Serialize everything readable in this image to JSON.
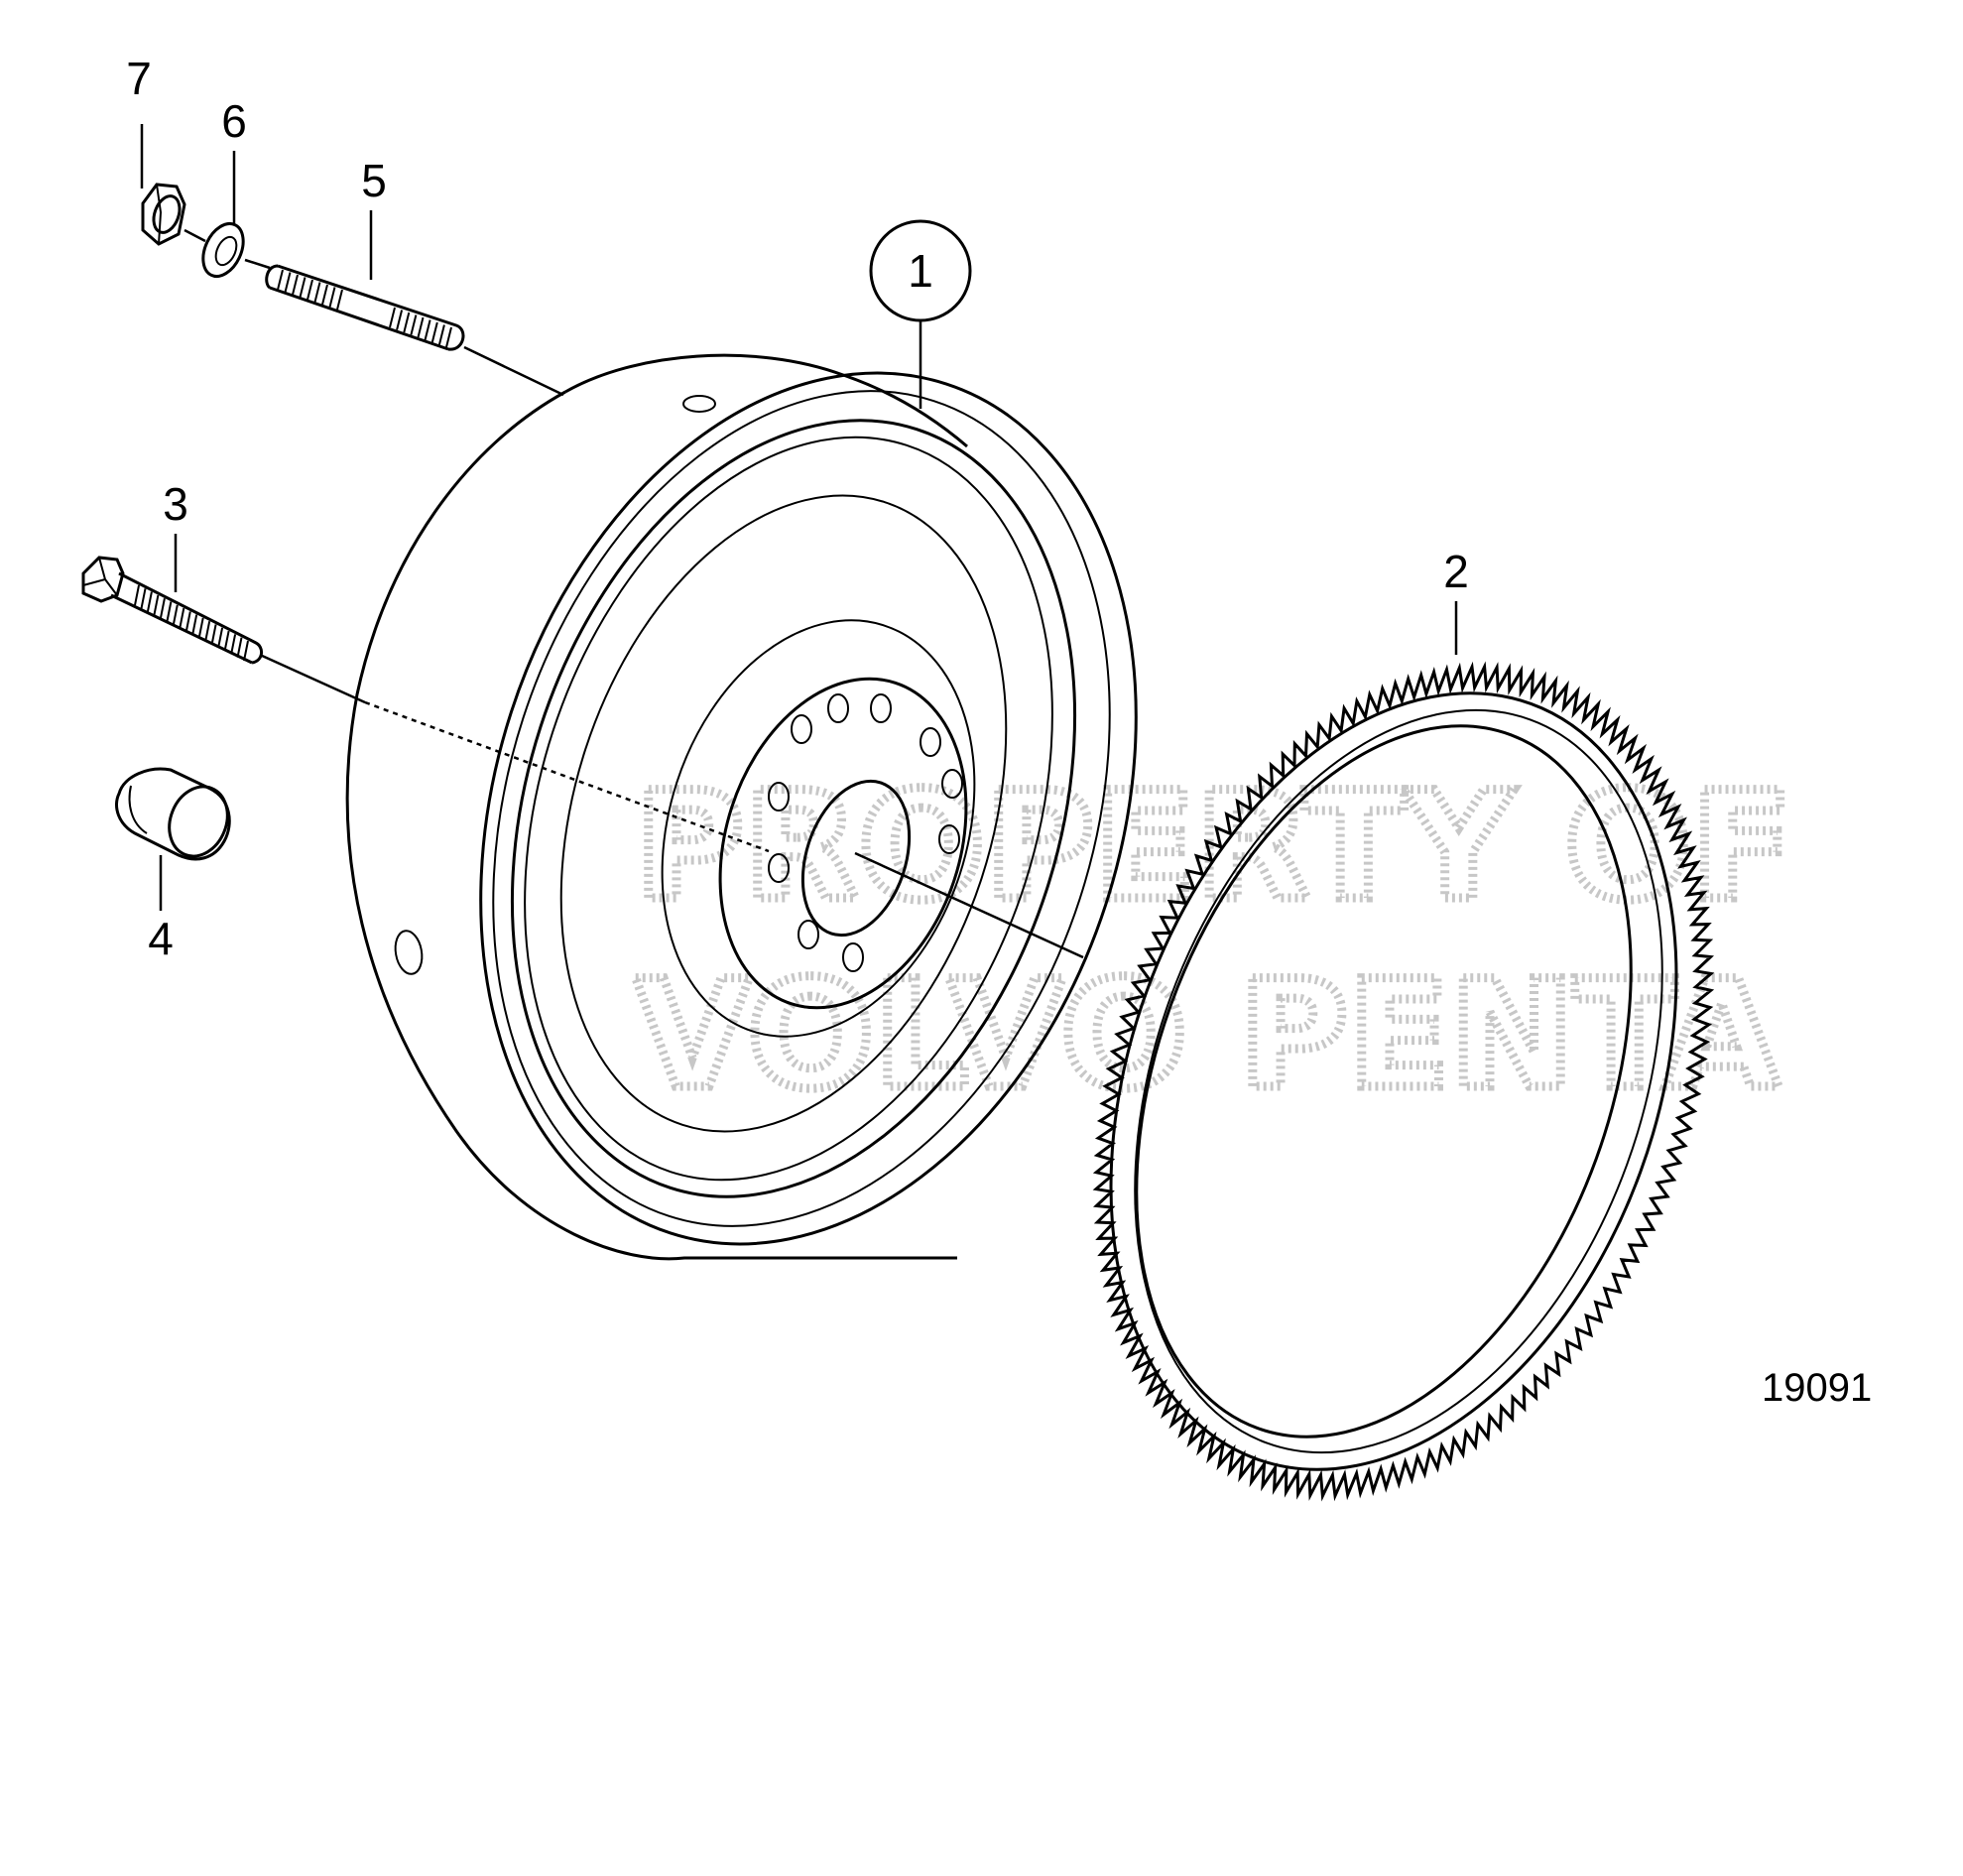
{
  "diagram": {
    "callouts": [
      {
        "id": "1",
        "label": "1",
        "circled": true
      },
      {
        "id": "2",
        "label": "2"
      },
      {
        "id": "3",
        "label": "3"
      },
      {
        "id": "4",
        "label": "4"
      },
      {
        "id": "5",
        "label": "5"
      },
      {
        "id": "6",
        "label": "6"
      },
      {
        "id": "7",
        "label": "7"
      }
    ],
    "figure_number": "19091",
    "watermark": [
      "PROPERTY OF",
      "VOLVO PENTA"
    ],
    "colors": {
      "line": "#000000",
      "background": "#ffffff",
      "watermark": "#9a9a9a"
    }
  }
}
